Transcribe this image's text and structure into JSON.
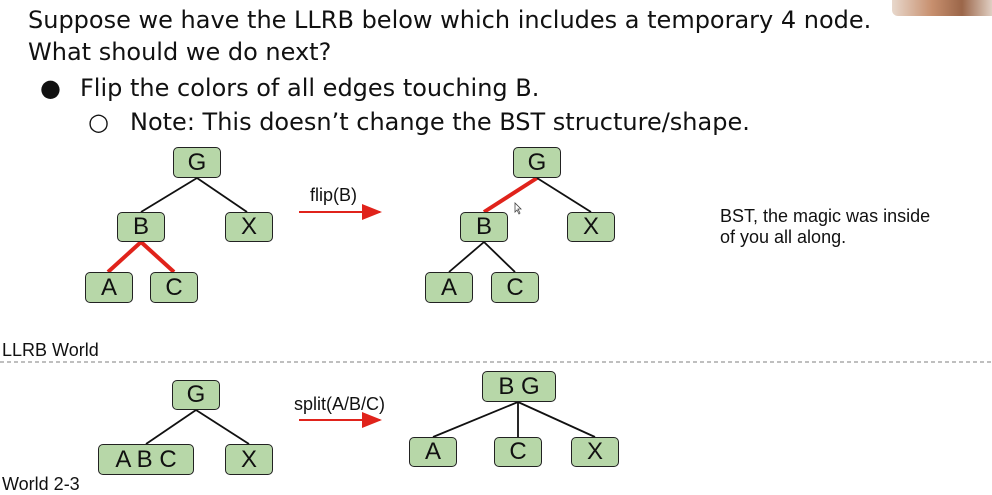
{
  "heading": {
    "line1": "Suppose we have the LLRB below which includes a temporary 4 node.",
    "line2": "What should we do next?"
  },
  "bullets": [
    {
      "marker": "●",
      "text": "Flip the colors of all edges touching B."
    },
    {
      "marker": "○",
      "text": "Note: This doesn’t change the BST structure/shape."
    }
  ],
  "llrb_before": {
    "nodes": [
      "G",
      "B",
      "X",
      "A",
      "C"
    ]
  },
  "llrb_after": {
    "nodes": [
      "G",
      "B",
      "X",
      "A",
      "C"
    ]
  },
  "arrow_flip_label": "flip(B)",
  "arrow_split_label": "split(A/B/C)",
  "note": {
    "line1": "BST, the magic was inside",
    "line2": "of you all along."
  },
  "section_labels": {
    "llrb": "LLRB World",
    "two_three": "World 2-3"
  },
  "tree23_before": {
    "nodes": [
      "G",
      "A B C",
      "X"
    ]
  },
  "tree23_after": {
    "nodes": [
      "B G",
      "A",
      "C",
      "X"
    ]
  },
  "colors": {
    "node_fill": "#b7d7a8",
    "red_edge": "#e0231b",
    "black_edge": "#111111",
    "divider": "#999999"
  }
}
